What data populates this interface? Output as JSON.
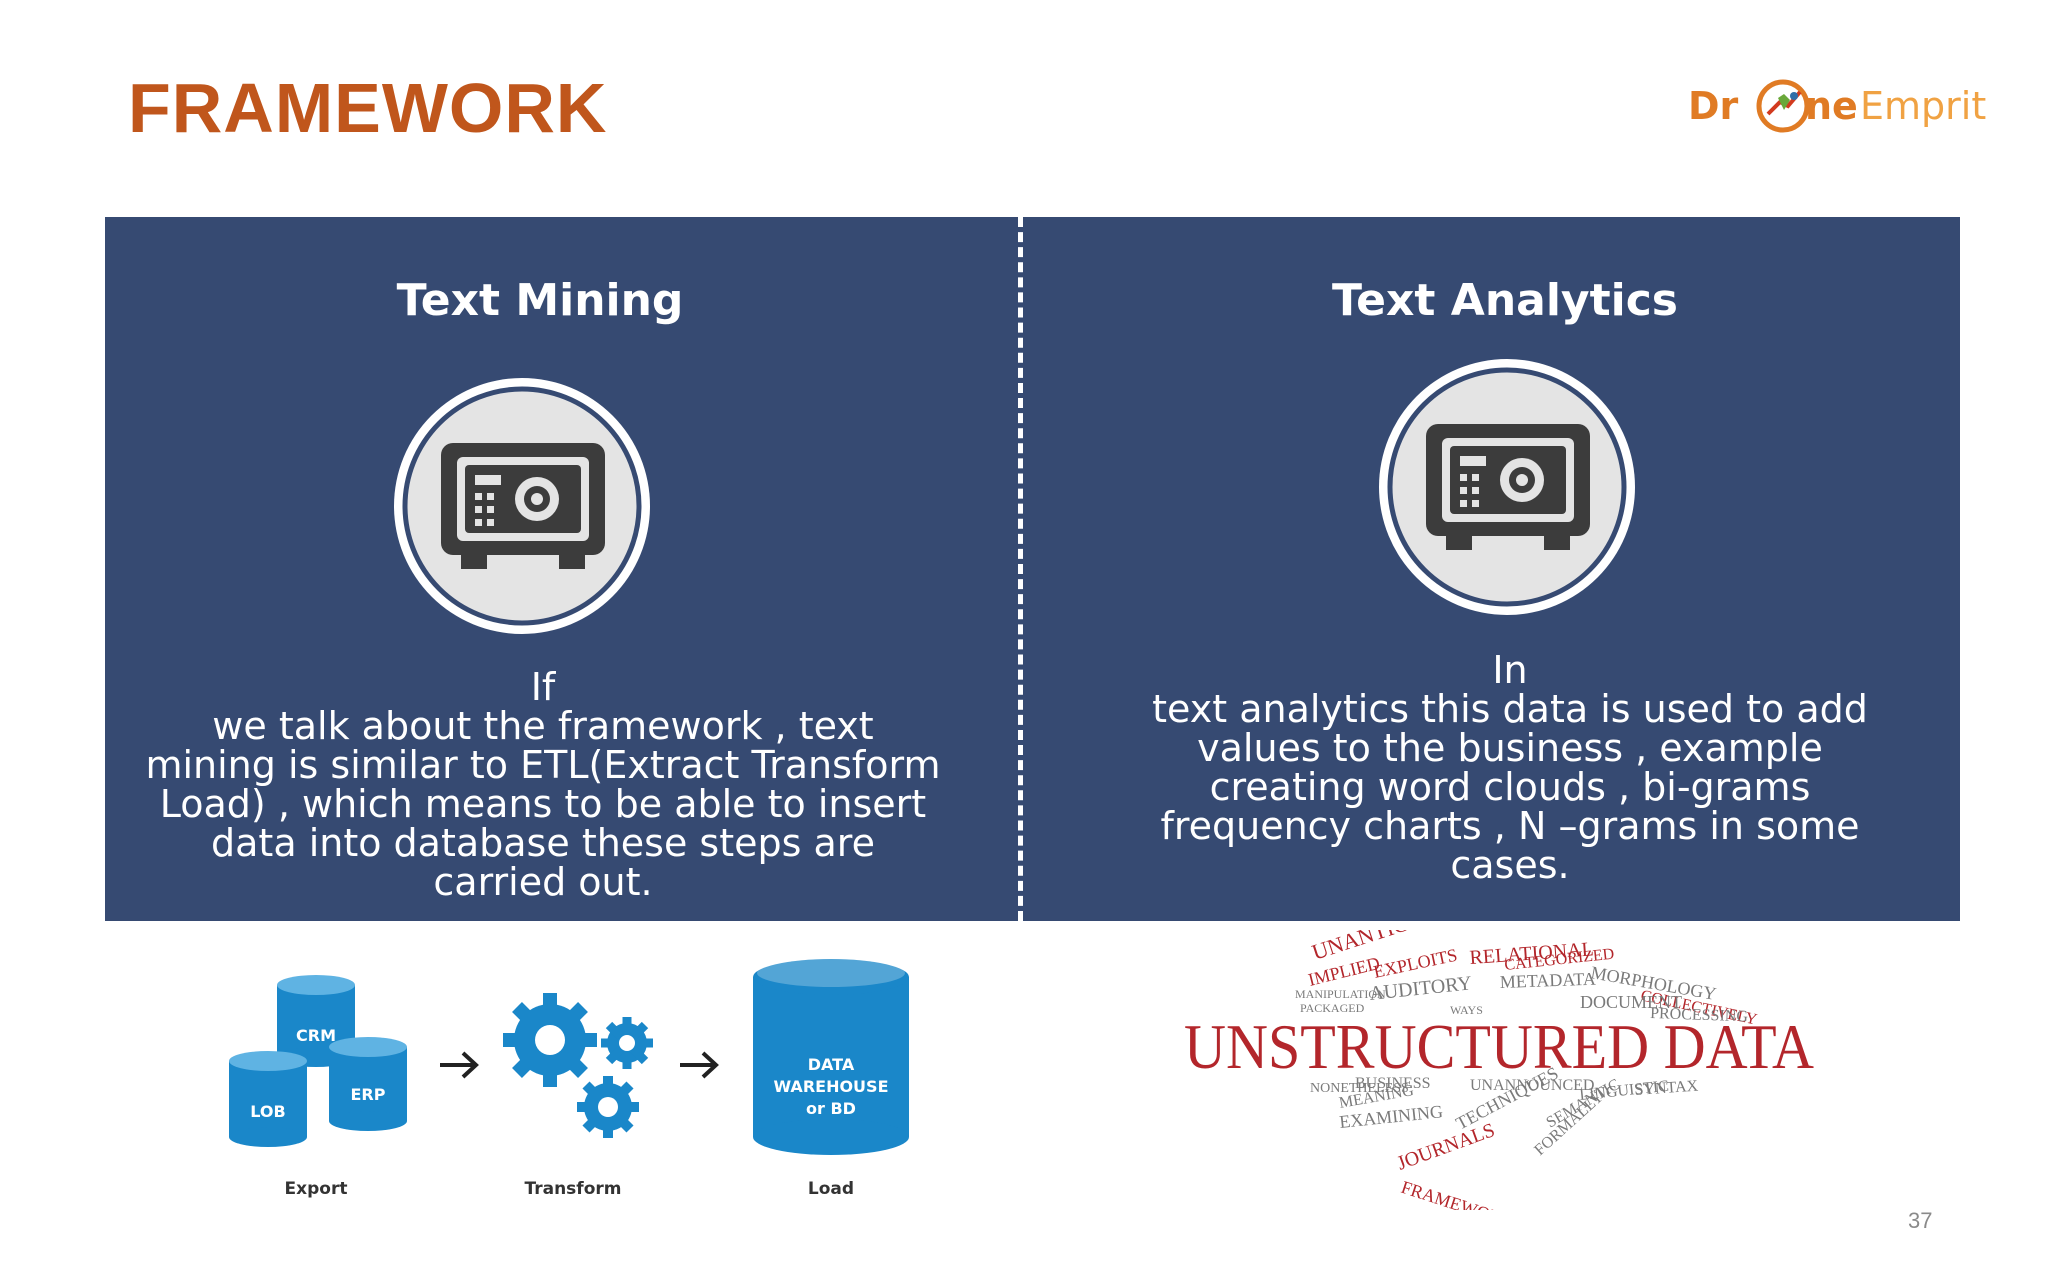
{
  "slide": {
    "title": "FRAMEWORK",
    "page_number": "37"
  },
  "logo": {
    "part1": "Dr",
    "part2": "ne",
    "part3": "Emprit"
  },
  "text_mining": {
    "title": "Text Mining",
    "icon": "safe-icon",
    "body": "If\nwe talk about the framework , text\nmining is similar to ETL(Extract Transform\nLoad) , which means to be able to insert\ndata into database these steps are\ncarried out."
  },
  "text_analytics": {
    "title": "Text Analytics",
    "icon": "safe-icon",
    "body": "In\ntext analytics this data is used to add\nvalues to the business , example\ncreating word clouds , bi-grams\nfrequency charts , N –grams in some\ncases."
  },
  "etl": {
    "crm": "CRM",
    "erp": "ERP",
    "lob": "LOB",
    "warehouse_line1": "DATA",
    "warehouse_line2": "WAREHOUSE",
    "warehouse_line3": "or BD",
    "export": "Export",
    "transform": "Transform",
    "load": "Load"
  },
  "word_cloud": {
    "main": "UNSTRUCTURED DATA",
    "words": [
      "UNANTICIPATED",
      "RELATIONAL",
      "MORPHOLOGY",
      "METADATA",
      "COLLECTIVELY",
      "AUDITORY",
      "DOCUMENT",
      "PROCESSING",
      "PACKAGED",
      "IMPLIED",
      "EXPLOITS",
      "CATEGORIZED",
      "SYNTAX",
      "BUSINESS",
      "UNANNOUNCED",
      "NONETHELESS",
      "MEANING",
      "LINGUISTIC",
      "EXAMINING",
      "TECHNIQUES",
      "SEMANTIC",
      "JOURNALS",
      "FORMALLY",
      "FRAMEWORK",
      "WAYS",
      "MANIPULATION"
    ],
    "colors": {
      "red": "#b3262b",
      "gray": "#7a7a7a"
    }
  },
  "colors": {
    "title": "#c0561c",
    "panel": "#364a72",
    "etl_blue": "#1a87c9"
  }
}
